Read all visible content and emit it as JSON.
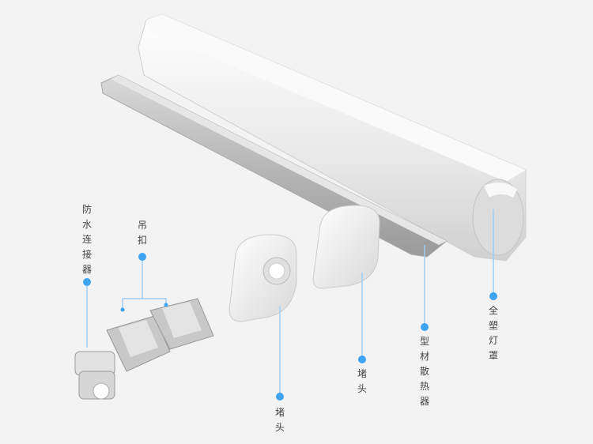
{
  "colors": {
    "accent": "#3ea3f2",
    "line": "#9fcdf3"
  },
  "labels": {
    "connector": "防水连接器",
    "clip": "吊扣",
    "cap_left": "堵头",
    "cap_right": "堵头",
    "heatsink": "型材散热器",
    "cover": "全塑灯罩"
  }
}
